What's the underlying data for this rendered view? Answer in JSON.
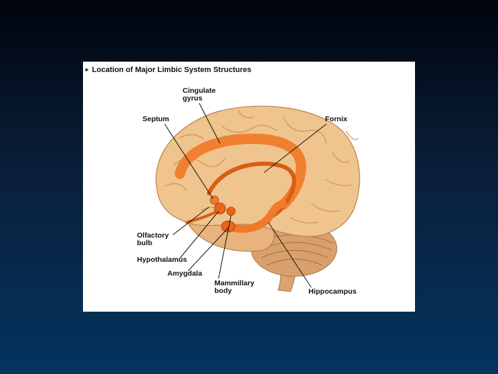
{
  "title": "Location of Major Limbic System Structures",
  "title_marker": "►",
  "labels": {
    "cingulate_gyrus": [
      "Cingulate",
      "gyrus"
    ],
    "septum": "Septum",
    "fornix": "Fornix",
    "olfactory_bulb": [
      "Olfactory",
      "bulb"
    ],
    "hypothalamus": "Hypothalamus",
    "amygdala": "Amygdala",
    "mammillary_body": [
      "Mammillary",
      "body"
    ],
    "hippocampus": "Hippocampus"
  },
  "colors": {
    "brain": "#f0c48e",
    "brain_shadow": "#c8905a",
    "limbic": "#f07a28",
    "limbic_dark": "#d85d12",
    "cerebellum": "#d8a06c",
    "panel": "#ffffff"
  }
}
